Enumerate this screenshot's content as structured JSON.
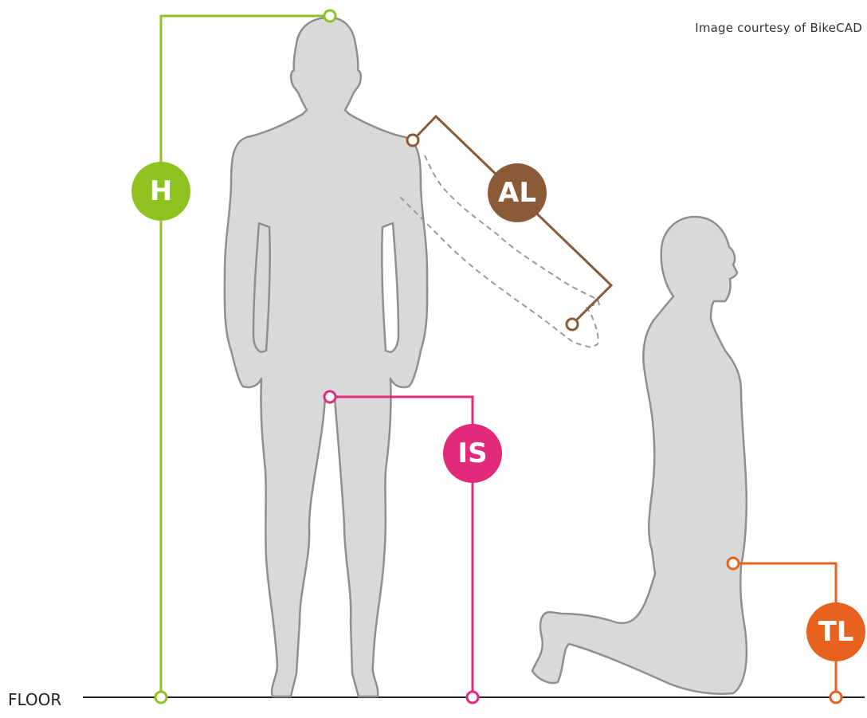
{
  "credit": "Image courtesy of BikeCAD",
  "floor_label": "FLOOR",
  "measurements": [
    {
      "key": "height",
      "label": "H",
      "color": "#8dc21f"
    },
    {
      "key": "arm_length",
      "label": "AL",
      "color": "#8b5a36"
    },
    {
      "key": "inseam",
      "label": "IS",
      "color": "#e2297a"
    },
    {
      "key": "thigh_length",
      "label": "TL",
      "color": "#e8621f"
    }
  ],
  "colors": {
    "body": "#d9d9d9",
    "outline": "#8f8f8f",
    "floor": "#222222"
  }
}
